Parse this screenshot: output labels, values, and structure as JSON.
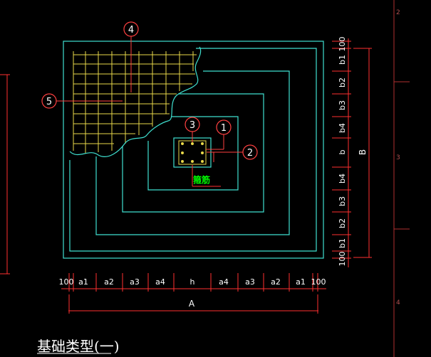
{
  "drawing": {
    "title": "基础类型(一)",
    "bottom_dim_labels": [
      "100",
      "a1",
      "a2",
      "a3",
      "a4",
      "h",
      "a4",
      "a3",
      "a2",
      "a1",
      "100"
    ],
    "bottom_total_label": "A",
    "right_dim_labels": [
      "100",
      "b1",
      "b2",
      "b3",
      "b4",
      "b",
      "b4",
      "b3",
      "b2",
      "b1",
      "100"
    ],
    "right_total_label": "B",
    "rebar_label": "箍筋",
    "callouts": [
      "1",
      "2",
      "3",
      "4",
      "5"
    ],
    "ruler_marks": [
      "2",
      "3",
      "4"
    ]
  },
  "colors": {
    "background": "#000000",
    "outline": "#3fe0d0",
    "rebar_grid": "#e8d84a",
    "callout": "#ff4040",
    "dimension": "#ff3030",
    "text": "#ffffff",
    "label_green": "#00ff00",
    "ruler": "#b03030"
  }
}
